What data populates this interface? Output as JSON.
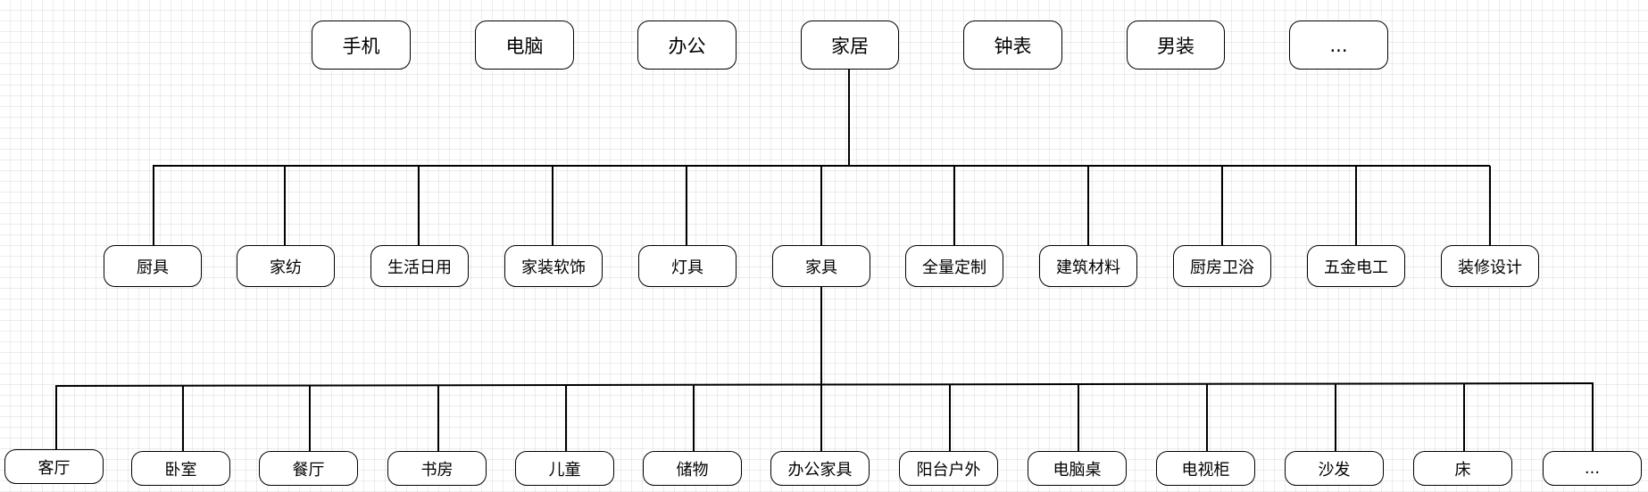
{
  "colors": {
    "line": "#000000",
    "node_border": "#000000",
    "node_fill": "#ffffff",
    "grid": "#eeeeee"
  },
  "top_categories": [
    "手机",
    "电脑",
    "办公",
    "家居",
    "钟表",
    "男装",
    "..."
  ],
  "home_subcategories": [
    "厨具",
    "家纺",
    "生活日用",
    "家装软饰",
    "灯具",
    "家具",
    "全量定制",
    "建筑材料",
    "厨房卫浴",
    "五金电工",
    "装修设计"
  ],
  "furniture_subcategories": [
    "客厅",
    "卧室",
    "餐厅",
    "书房",
    "儿童",
    "储物",
    "办公家具",
    "阳台户外",
    "电脑桌",
    "电视柜",
    "沙发",
    "床",
    "..."
  ]
}
